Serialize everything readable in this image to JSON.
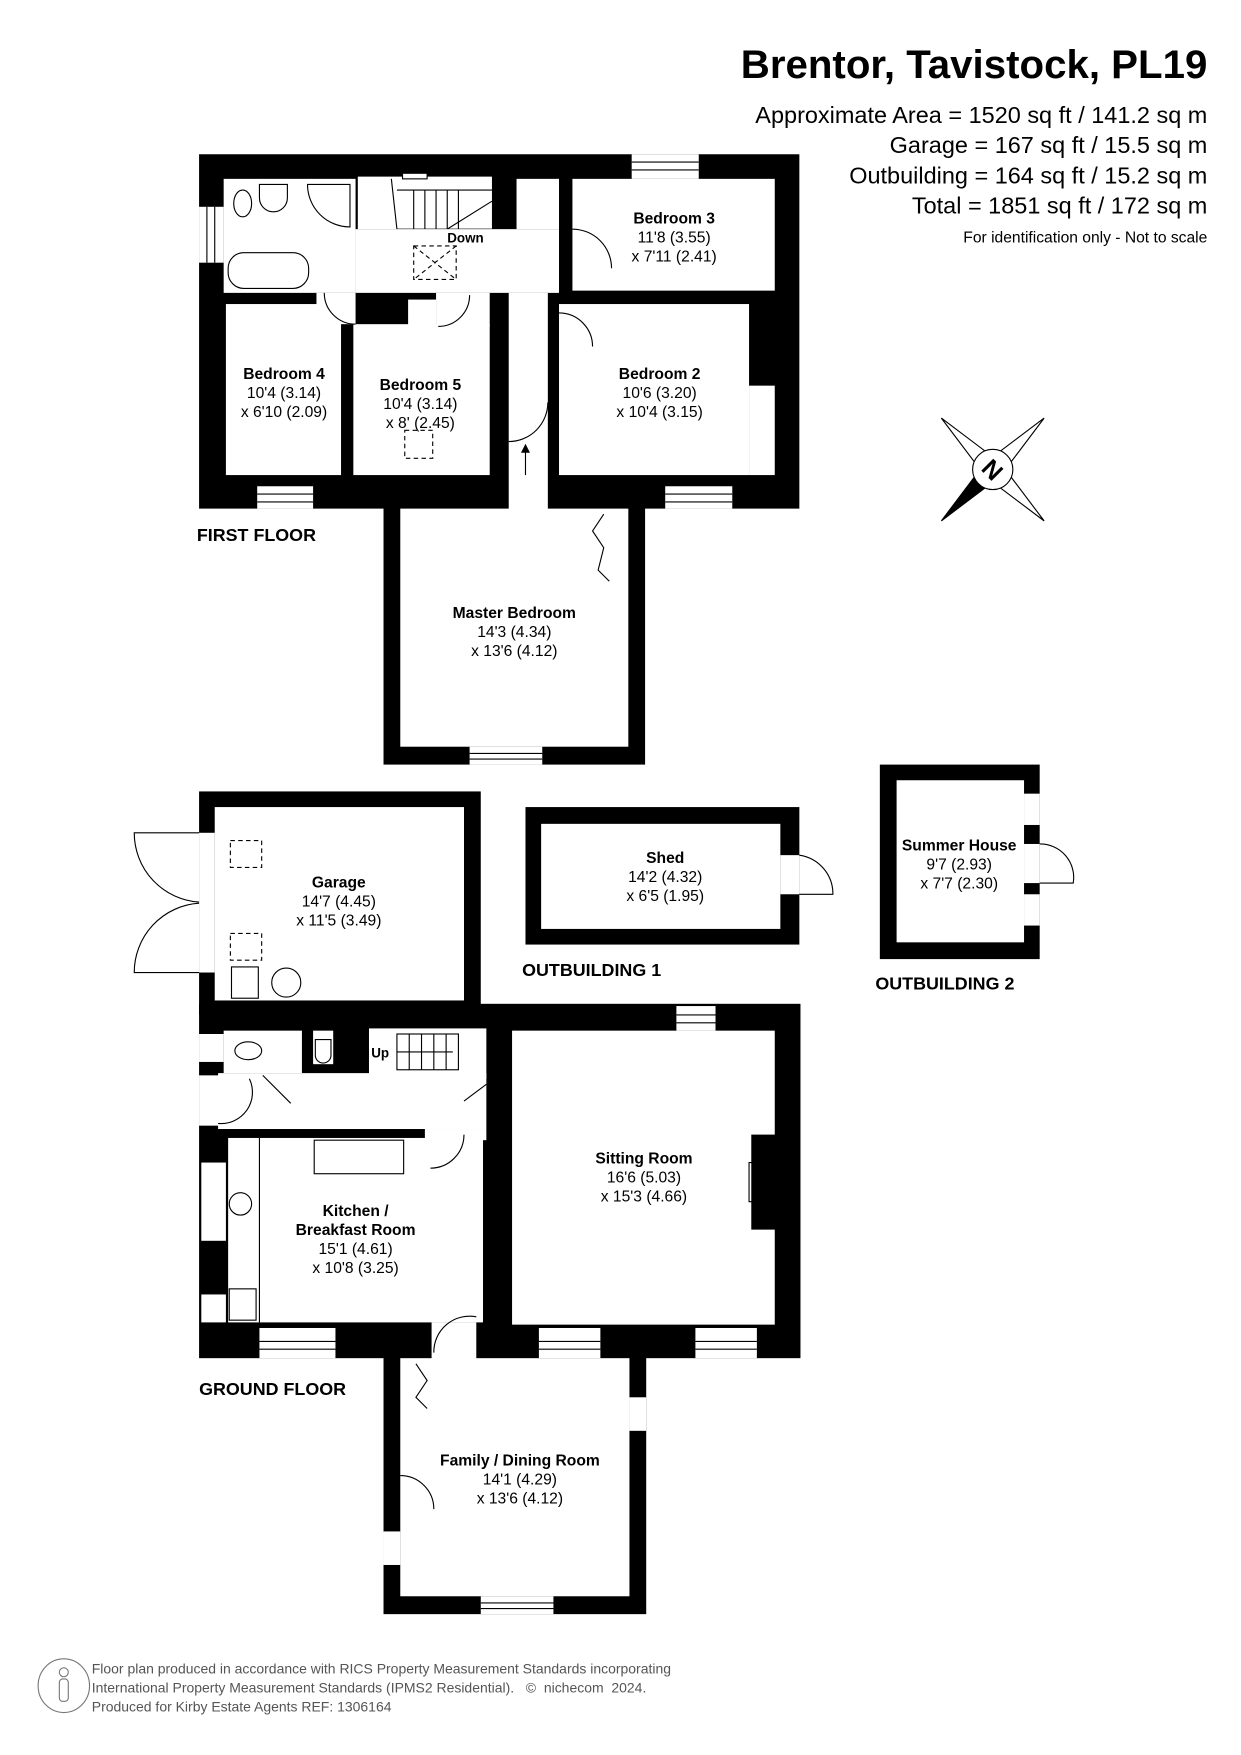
{
  "header": {
    "title": "Brentor, Tavistock, PL19",
    "areas": [
      "Approximate Area = 1520 sq ft / 141.2 sq m",
      "Garage = 167 sq ft / 15.5 sq m",
      "Outbuilding = 164 sq ft / 15.2 sq m",
      "Total = 1851 sq ft / 172 sq m"
    ],
    "disclaimer": "For identification only - Not to scale"
  },
  "floors": {
    "first": {
      "label": "FIRST FLOOR",
      "stairs_label": "Down",
      "rooms": [
        {
          "name": "Bedroom 3",
          "dim1": "11'8 (3.55)",
          "dim2": "x 7'11 (2.41)"
        },
        {
          "name": "Bedroom 4",
          "dim1": "10'4 (3.14)",
          "dim2": "x 6'10 (2.09)"
        },
        {
          "name": "Bedroom 5",
          "dim1": "10'4 (3.14)",
          "dim2": "x 8' (2.45)"
        },
        {
          "name": "Bedroom 2",
          "dim1": "10'6 (3.20)",
          "dim2": "x 10'4 (3.15)"
        },
        {
          "name": "Master Bedroom",
          "dim1": "14'3 (4.34)",
          "dim2": "x 13'6 (4.12)"
        }
      ]
    },
    "ground": {
      "label": "GROUND FLOOR",
      "stairs_label": "Up",
      "rooms": [
        {
          "name": "Garage",
          "dim1": "14'7 (4.45)",
          "dim2": "x 11'5 (3.49)"
        },
        {
          "name": "Sitting Room",
          "dim1": "16'6 (5.03)",
          "dim2": "x 15'3 (4.66)"
        },
        {
          "name": "Kitchen /",
          "name2": "Breakfast Room",
          "dim1": "15'1 (4.61)",
          "dim2": "x 10'8 (3.25)"
        },
        {
          "name": "Family / Dining Room",
          "dim1": "14'1 (4.29)",
          "dim2": "x 13'6 (4.12)"
        }
      ]
    },
    "outbuilding1": {
      "label": "OUTBUILDING 1",
      "rooms": [
        {
          "name": "Shed",
          "dim1": "14'2 (4.32)",
          "dim2": "x 6'5 (1.95)"
        }
      ]
    },
    "outbuilding2": {
      "label": "OUTBUILDING 2",
      "rooms": [
        {
          "name": "Summer House",
          "dim1": "9'7 (2.93)",
          "dim2": "x 7'7 (2.30)"
        }
      ]
    }
  },
  "compass": {
    "label": "N",
    "icon": "compass-rose-icon"
  },
  "footer": {
    "lines": [
      "Floor plan produced in accordance with RICS Property Measurement Standards incorporating",
      "International Property Measurement Standards (IPMS2 Residential).   ©  nichecom  2024.",
      "Produced for Kirby Estate Agents REF: 1306164"
    ],
    "icon": "person-info-icon"
  }
}
